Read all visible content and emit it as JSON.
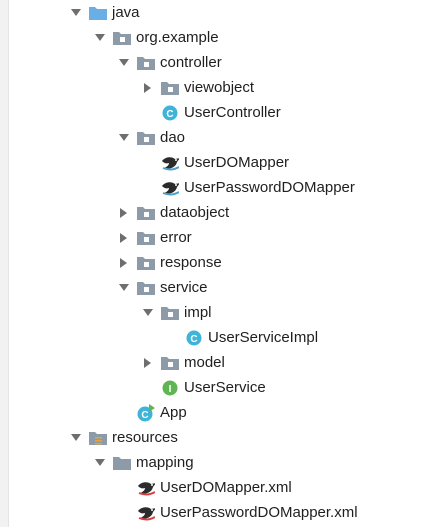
{
  "colors": {
    "folder": "#8d9ba8",
    "folder_blue": "#6aaee6",
    "class_badge": "#3fb4d9",
    "interface_badge": "#5fb552",
    "arrow": "#6e6e6e",
    "mybatis_bird": "#2b2b2b",
    "mybatis_wave": "#4aa3c7",
    "mybatis_red": "#d64040"
  },
  "tree": [
    {
      "label": "java",
      "icon": "folder-blue-icon",
      "expanded": true
    },
    {
      "label": "org.example",
      "icon": "package-folder-icon",
      "expanded": true
    },
    {
      "label": "controller",
      "icon": "package-folder-icon",
      "expanded": true
    },
    {
      "label": "viewobject",
      "icon": "package-folder-icon",
      "expanded": false
    },
    {
      "label": "UserController",
      "icon": "class-icon",
      "badge": "C"
    },
    {
      "label": "dao",
      "icon": "package-folder-icon",
      "expanded": true
    },
    {
      "label": "UserDOMapper",
      "icon": "mybatis-mapper-icon"
    },
    {
      "label": "UserPasswordDOMapper",
      "icon": "mybatis-mapper-icon"
    },
    {
      "label": "dataobject",
      "icon": "package-folder-icon",
      "expanded": false
    },
    {
      "label": "error",
      "icon": "package-folder-icon",
      "expanded": false
    },
    {
      "label": "response",
      "icon": "package-folder-icon",
      "expanded": false
    },
    {
      "label": "service",
      "icon": "package-folder-icon",
      "expanded": true
    },
    {
      "label": "impl",
      "icon": "package-folder-icon",
      "expanded": true
    },
    {
      "label": "UserServiceImpl",
      "icon": "class-icon",
      "badge": "C"
    },
    {
      "label": "model",
      "icon": "package-folder-icon",
      "expanded": false
    },
    {
      "label": "UserService",
      "icon": "interface-icon",
      "badge": "I"
    },
    {
      "label": "App",
      "icon": "main-class-icon",
      "badge": "C"
    },
    {
      "label": "resources",
      "icon": "resources-folder-icon",
      "expanded": true
    },
    {
      "label": "mapping",
      "icon": "plain-folder-icon",
      "expanded": true
    },
    {
      "label": "UserDOMapper.xml",
      "icon": "mybatis-xml-icon"
    },
    {
      "label": "UserPasswordDOMapper.xml",
      "icon": "mybatis-xml-icon"
    }
  ]
}
